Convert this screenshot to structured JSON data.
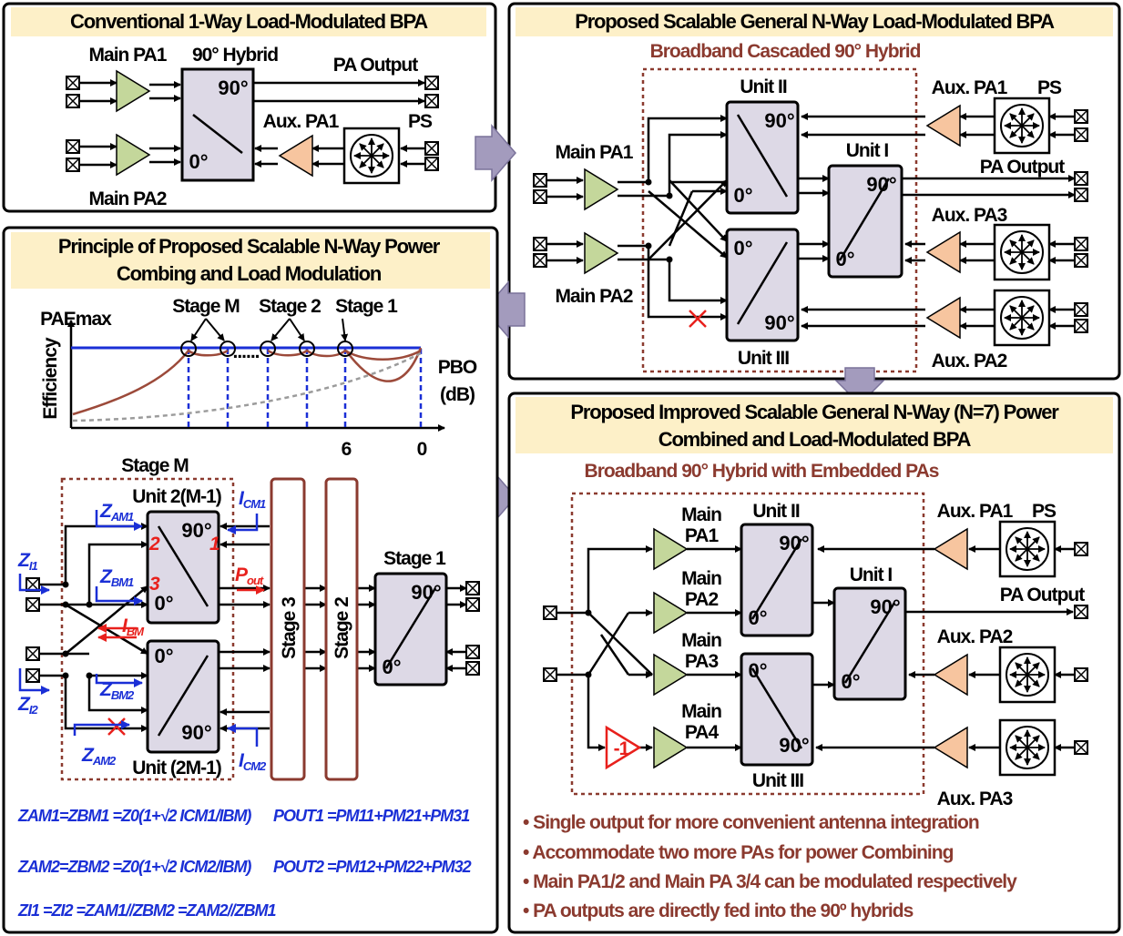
{
  "panels": {
    "conventional": {
      "title": "Conventional 1-Way Load-Modulated BPA",
      "main_pa1": "Main PA1",
      "main_pa2": "Main PA2",
      "hybrid": "90° Hybrid",
      "pa_output": "PA Output",
      "aux_pa1": "Aux. PA1",
      "ps": "PS",
      "deg90": "90°",
      "deg0": "0°"
    },
    "proposed": {
      "title": "Proposed Scalable General N-Way Load-Modulated BPA",
      "subtitle": "Broadband Cascaded 90° Hybrid",
      "unit2": "Unit II",
      "unit1": "Unit I",
      "unit3": "Unit III",
      "main_pa1": "Main PA1",
      "main_pa2": "Main PA2",
      "aux_pa1": "Aux. PA1",
      "aux_pa2": "Aux. PA2",
      "aux_pa3": "Aux. PA3",
      "ps": "PS",
      "pa_output": "PA Output"
    },
    "principle": {
      "title_line1": "Principle of Proposed Scalable N-Way Power",
      "title_line2": "Combing and Load Modulation",
      "stage_m": "Stage M",
      "stage_2": "Stage 2",
      "stage_1": "Stage 1",
      "pae_max": "PAEmax",
      "y_axis": "Efficiency",
      "pbo": "PBO",
      "db": "(dB)",
      "tick6": "6",
      "tick0": "0",
      "dots": "......",
      "stage_m_box": "Stage M",
      "unit_top": "Unit 2(M-1)",
      "unit_bot": "Unit (2M-1)",
      "stage3": "Stage 3",
      "stage2v": "Stage 2",
      "stage1b": "Stage 1",
      "zam1": "Z",
      "zam1_sub": "AM1",
      "zbm1_sub": "BM1",
      "zbm2_sub": "BM2",
      "zam2_sub": "AM2",
      "zi1_sub": "I1",
      "zi2_sub": "I2",
      "icm1_sub": "CM1",
      "icm2_sub": "CM2",
      "ibm_sub": "BM",
      "pout": "P",
      "pout_sub": "out",
      "port1": "1",
      "port2": "2",
      "port3": "3",
      "eq1": "ZAM1=ZBM1 =Z0(1+√2 ICM1/IBM)",
      "eq2": "ZAM2=ZBM2 =Z0(1+√2 ICM2/IBM)",
      "eq3": "POUT1 =PM11+PM21+PM31",
      "eq4": "POUT2 =PM12+PM22+PM32",
      "eq5": "ZI1 =ZI2 =ZAM1//ZBM2 =ZAM2//ZBM1"
    },
    "improved": {
      "title_line1": "Proposed Improved Scalable General N-Way (N=7) Power",
      "title_line2": "Combined and Load-Modulated BPA",
      "subtitle": "Broadband 90° Hybrid with Embedded PAs",
      "main": "Main",
      "pa1": "PA1",
      "pa2": "PA2",
      "pa3": "PA3",
      "pa4": "PA4",
      "unit2": "Unit II",
      "unit1": "Unit I",
      "unit3": "Unit III",
      "aux_pa1": "Aux. PA1",
      "aux_pa2": "Aux. PA2",
      "aux_pa3": "Aux. PA3",
      "ps": "PS",
      "pa_output": "PA Output",
      "inverter": "-1",
      "bullets": [
        "• Single output for more convenient antenna integration",
        "• Accommodate two more PAs for power Combining",
        "• Main PA1/2 and Main PA 3/4 can be modulated respectively",
        "• PA outputs are directly fed into the 90º hybrids"
      ]
    }
  },
  "colors": {
    "hybrid_fill": "#ddd9e6",
    "title_bar": "#fdf0c8",
    "main_pa": "#c4d79b",
    "aux_pa": "#f7c59f",
    "dashed_box": "#8b3a2f",
    "blue_lines": "#1a2fd6",
    "red_text": "#e8201c",
    "curve_brown": "#9c4a3a",
    "arrow": "#a39bbd"
  }
}
